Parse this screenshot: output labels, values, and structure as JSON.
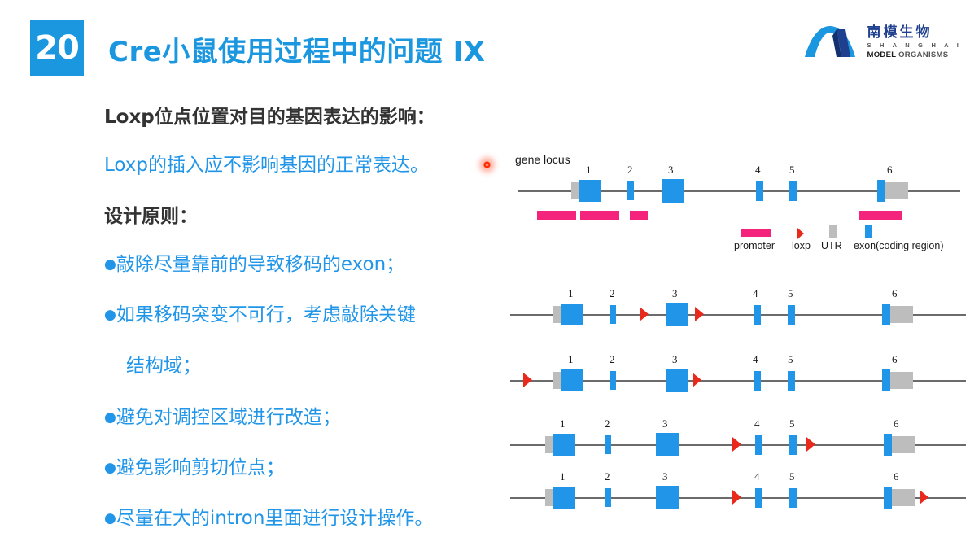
{
  "header": {
    "slide_number": "20",
    "title": "Cre小鼠使用过程中的问题 IX",
    "accent_color": "#1b97e0"
  },
  "logo": {
    "name_cn": "南模生物",
    "name_en_line1": "S H A N G H A I",
    "name_en_model": "MODEL ",
    "name_en_org": "ORGANISMS",
    "mark_icon": "arch-logo-icon"
  },
  "content": {
    "heading": "Loxp位点位置对目的基因表达的影响：",
    "subheading": "Loxp的插入应不影响基因的正常表达。",
    "principles_label": "设计原则：",
    "bullet_char": "●",
    "bullets": [
      "敲除尽量靠前的导致移码的exon；",
      "如果移码突变不可行，考虑敲除关键",
      "结构域；",
      "避免对调控区域进行改造；",
      "避免影响剪切位点；",
      "尽量在大的intron里面进行设计操作。"
    ],
    "laser_pointer": "laser-dot-icon"
  },
  "diagram": {
    "gene_locus_label": "gene locus",
    "exon_numbers": [
      "1",
      "2",
      "3",
      "4",
      "5",
      "6"
    ],
    "colors": {
      "exon": "#2196e8",
      "utr": "#bdbdbd",
      "promoter": "#f4247c",
      "loxp": "#e8291c",
      "axis": "#6b6b6b"
    },
    "legend": [
      {
        "label": "promoter",
        "icon": "promoter-bar-icon"
      },
      {
        "label": "loxp",
        "icon": "loxp-triangle-icon"
      },
      {
        "label": "UTR",
        "icon": "utr-box-icon"
      },
      {
        "label": "exon(coding region)",
        "icon": "exon-box-icon"
      }
    ],
    "rows": [
      {
        "name": "gene-locus-reference",
        "loxp_positions": []
      },
      {
        "name": "strategy-row-1",
        "loxp_positions": [
          "before-exon-3",
          "after-exon-3"
        ]
      },
      {
        "name": "strategy-row-2",
        "loxp_positions": [
          "before-exon-1",
          "after-exon-3"
        ]
      },
      {
        "name": "strategy-row-3",
        "loxp_positions": [
          "before-exon-4",
          "after-exon-5"
        ]
      },
      {
        "name": "strategy-row-4",
        "loxp_positions": [
          "before-exon-4",
          "after-exon-6"
        ]
      }
    ]
  }
}
